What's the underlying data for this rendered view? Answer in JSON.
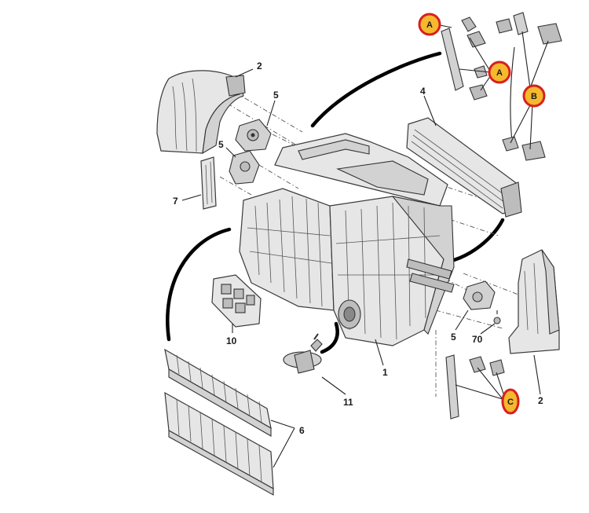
{
  "callouts": {
    "c1": "1",
    "c2_left": "2",
    "c2_right": "2",
    "c4": "4",
    "c5_top": "5",
    "c5_mid": "5",
    "c5_right": "5",
    "c6": "6",
    "c7": "7",
    "c10": "10",
    "c11": "11",
    "c70": "70"
  },
  "badges": {
    "a_top": "A",
    "a_mid": "A",
    "b": "B",
    "c": "C"
  },
  "colors": {
    "badge_fill": "#f5b82e",
    "badge_ring": "#d6201f"
  }
}
